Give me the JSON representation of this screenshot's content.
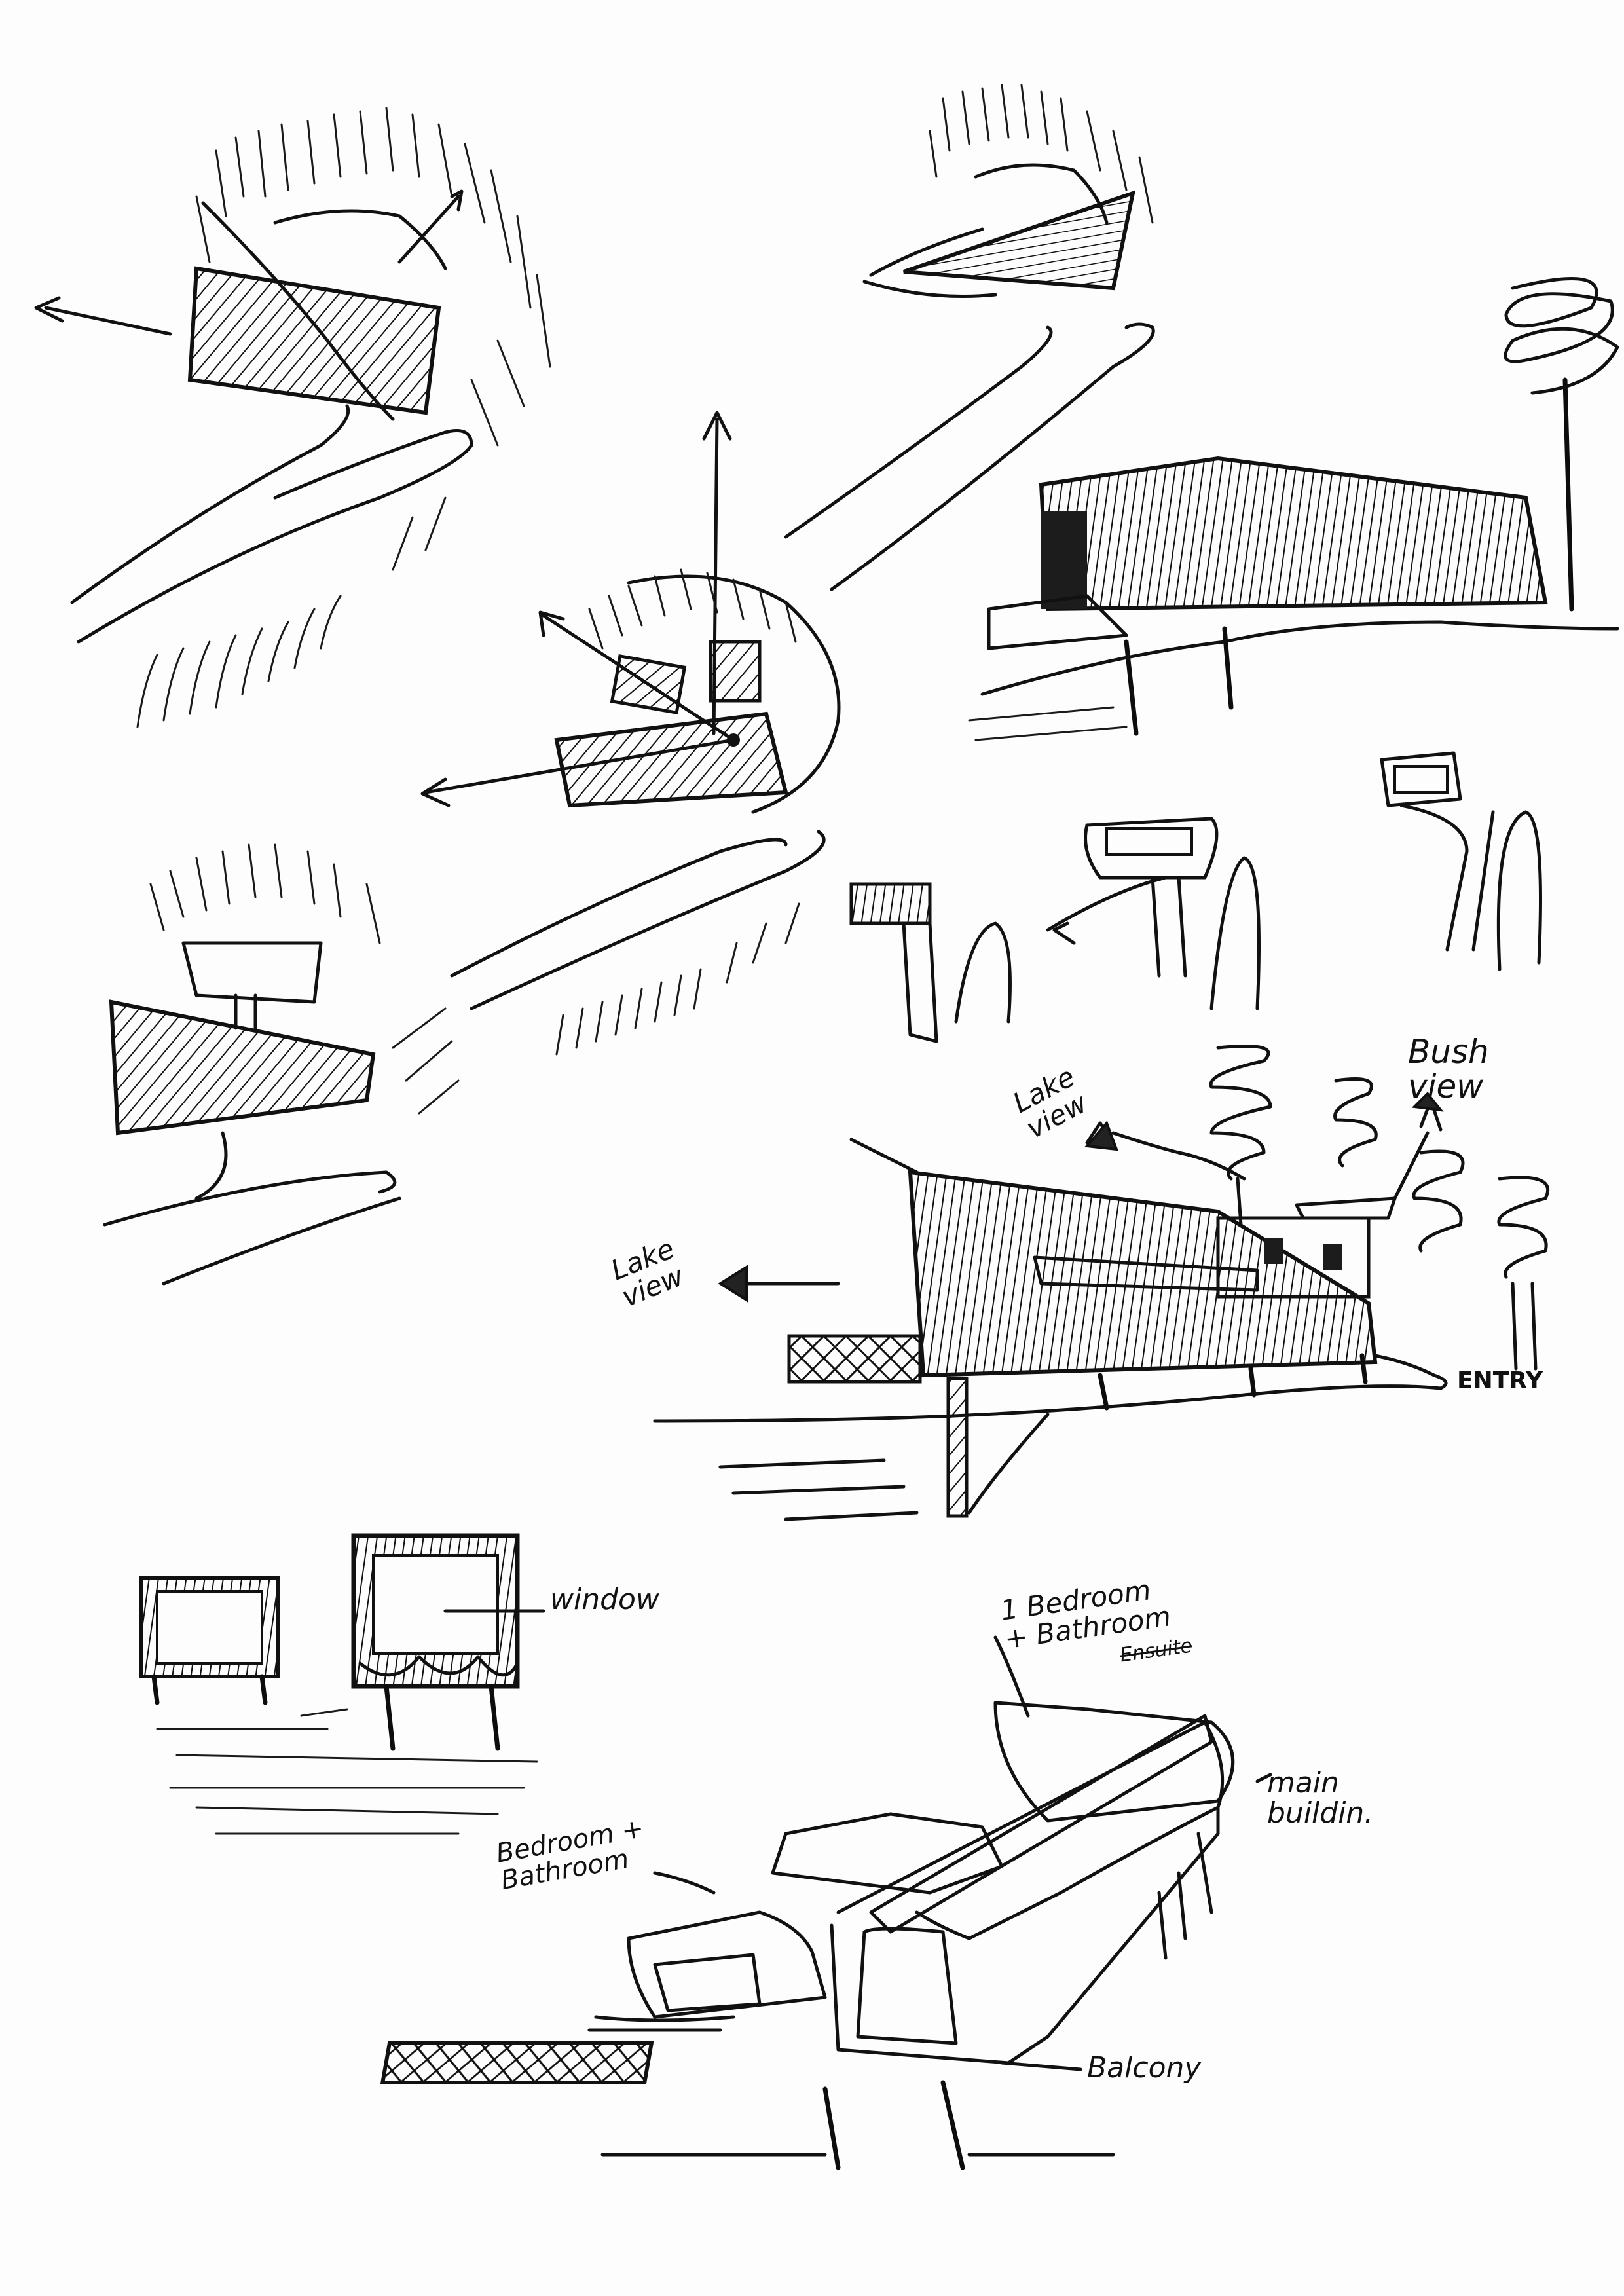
{
  "annotations": {
    "lake_view_1": "Lake\nview",
    "lake_view_2": "Lake\nview",
    "bush_view": "Bush\nview",
    "entry": "ENTRY",
    "window": "window",
    "bedroom_1": "1 Bedroom\n+ Bathroom",
    "bedroom_1_struck": "Ensuite",
    "main_building": "main\nbuildin.",
    "bedroom_2": "Bedroom +\nBathroom",
    "balcony": "Balcony"
  },
  "colors": {
    "ink": "#111111",
    "paper": "#fdfdfd"
  }
}
